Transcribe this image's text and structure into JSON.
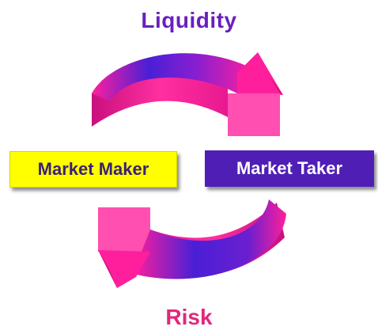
{
  "diagram": {
    "top_label": "Liquidity",
    "bottom_label": "Risk",
    "left_box": {
      "label": "Market Maker"
    },
    "right_box": {
      "label": "Market Taker"
    }
  },
  "colors": {
    "top_label": "#6a1fc0",
    "bottom_label": "#e0287a",
    "left_box_fill": "#ffff00",
    "left_box_text": "#3a1f7a",
    "right_box_fill": "#4f1fb5",
    "right_box_text": "#ffffff",
    "arrow_pink": "#ff1f9c",
    "arrow_purple": "#3a1fd0",
    "arrow_face_light": "#ff4fb0",
    "arrow_face_dark": "#d1107a"
  }
}
